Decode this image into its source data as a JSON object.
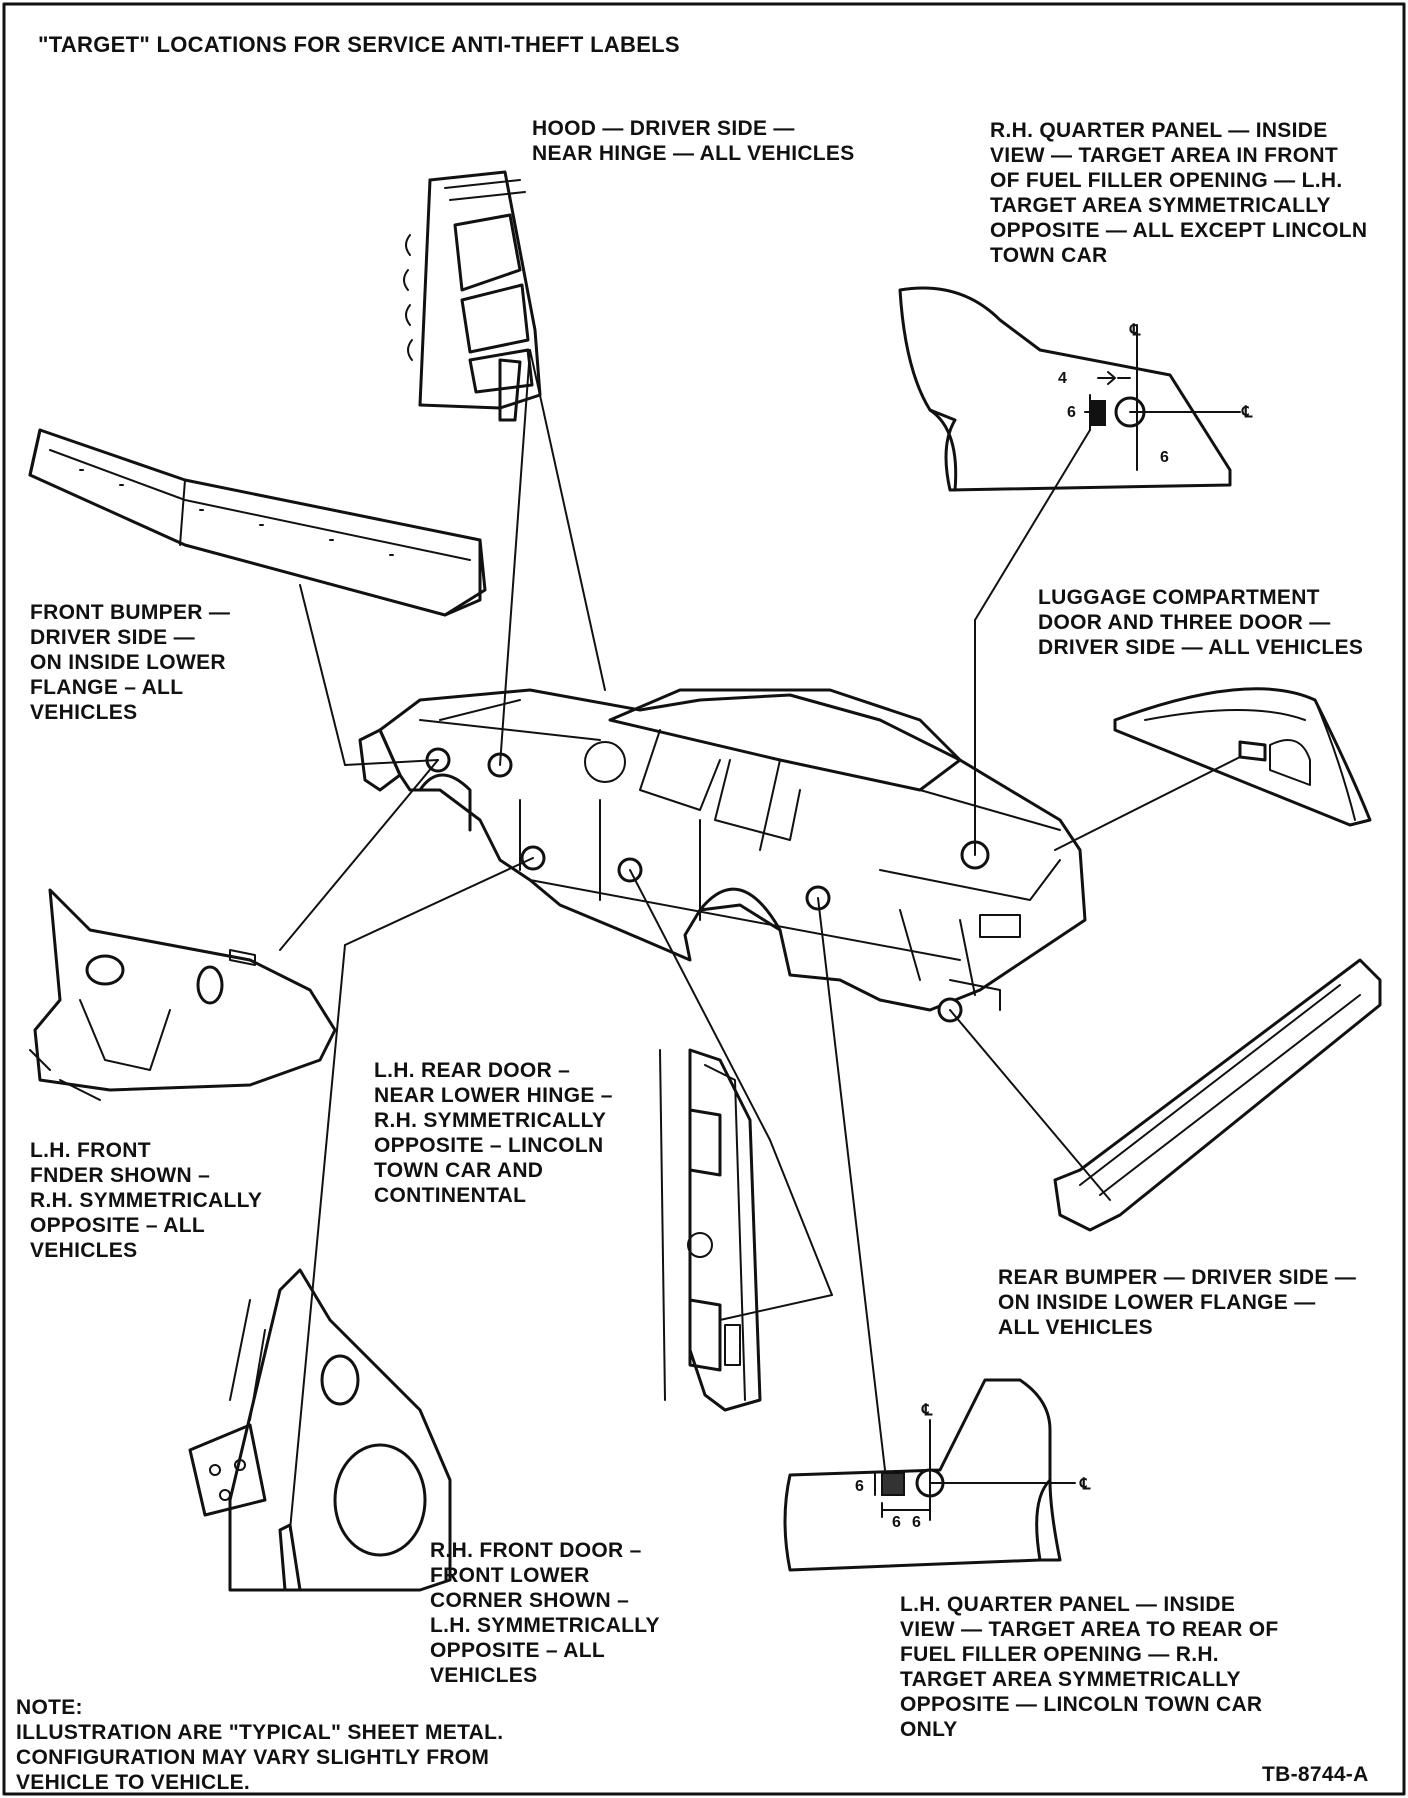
{
  "title": "\"TARGET\" LOCATIONS FOR SERVICE ANTI-THEFT LABELS",
  "callouts": {
    "hood": "HOOD — DRIVER SIDE —\nNEAR HINGE — ALL VEHICLES",
    "rh_quarter_panel": "R.H. QUARTER PANEL — INSIDE\nVIEW — TARGET AREA IN FRONT\nOF FUEL FILLER OPENING — L.H.\nTARGET AREA SYMMETRICALLY\nOPPOSITE — ALL EXCEPT LINCOLN\nTOWN CAR",
    "front_bumper": "FRONT BUMPER —\nDRIVER SIDE —\nON INSIDE LOWER\nFLANGE – ALL\nVEHICLES",
    "luggage_compartment": "LUGGAGE COMPARTMENT\nDOOR AND THREE DOOR —\nDRIVER SIDE — ALL VEHICLES",
    "lh_front_fender": "L.H. FRONT\nFNDER SHOWN –\nR.H. SYMMETRICALLY\nOPPOSITE – ALL\nVEHICLES",
    "lh_rear_door": "L.H. REAR DOOR –\nNEAR LOWER HINGE –\nR.H. SYMMETRICALLY\nOPPOSITE – LINCOLN\nTOWN CAR AND\nCONTINENTAL",
    "rear_bumper": "REAR BUMPER — DRIVER SIDE —\nON INSIDE LOWER FLANGE —\nALL VEHICLES",
    "rh_front_door": "R.H. FRONT DOOR –\nFRONT LOWER\nCORNER SHOWN –\nL.H. SYMMETRICALLY\nOPPOSITE – ALL\nVEHICLES",
    "lh_quarter_panel": "L.H. QUARTER PANEL — INSIDE\nVIEW — TARGET AREA TO REAR OF\nFUEL FILLER OPENING — R.H.\nTARGET AREA SYMMETRICALLY\nOPPOSITE — LINCOLN TOWN CAR\nONLY"
  },
  "note": "NOTE:\nILLUSTRATION ARE \"TYPICAL\" SHEET METAL.\nCONFIGURATION MAY VARY SLIGHTLY FROM\nVEHICLE TO VEHICLE.",
  "figure_id": "TB-8744-A",
  "dimension_marks": {
    "centerline": "℄",
    "rh_top": "4",
    "rh_left": "6",
    "rh_bottom": "6",
    "lh_left": "6",
    "lh_bottom_a": "6",
    "lh_bottom_b": "6"
  },
  "colors": {
    "ink": "#111111",
    "paper": "#ffffff"
  }
}
